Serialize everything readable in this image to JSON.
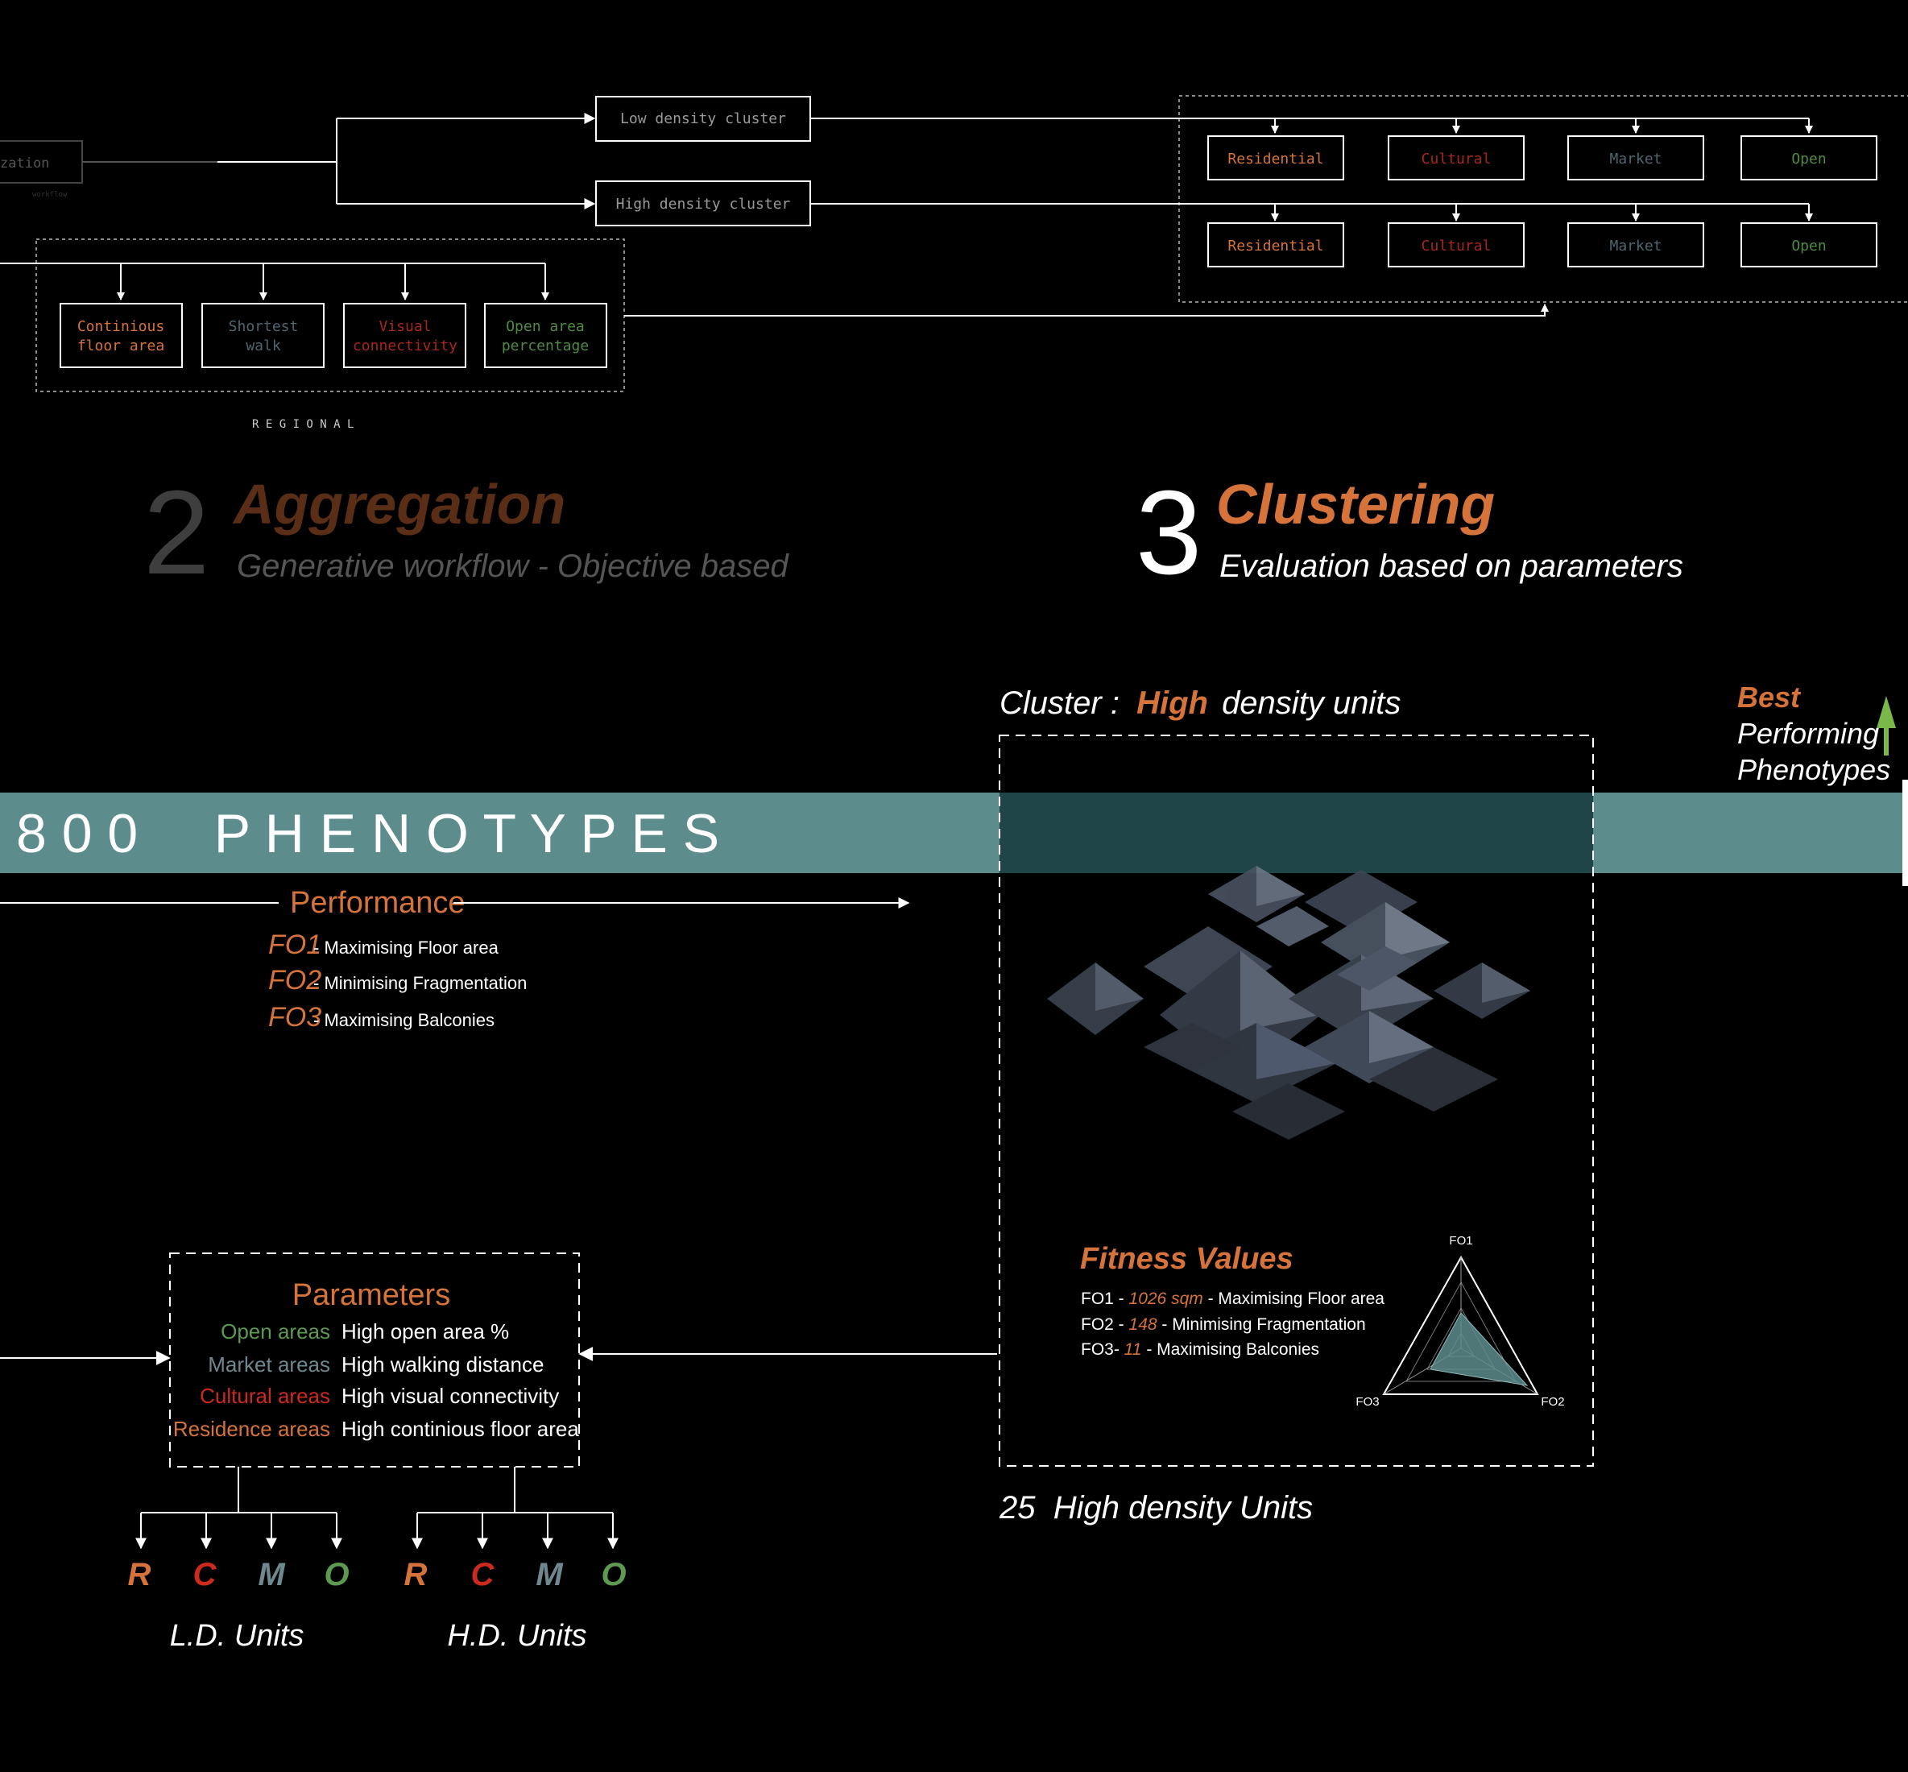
{
  "colors": {
    "background": "#000000",
    "orange": "#d6733a",
    "red": "#cc2a1e",
    "slate": "#6f8890",
    "green": "#5d9a4f",
    "teal_band": "#5d8c8c",
    "teal_dark": "#1f4548",
    "arrow_green": "#7ab84a",
    "line": "#ffffff"
  },
  "workflow": {
    "source_label": "zation",
    "source_sublabel": "workflow",
    "low_cluster": "Low density cluster",
    "high_cluster": "High density cluster",
    "low_row": [
      "Residential",
      "Cultural",
      "Market",
      "Open"
    ],
    "high_row": [
      "Residential",
      "Cultural",
      "Market",
      "Open"
    ],
    "objectives": [
      {
        "line1": "Continious",
        "line2": "floor area"
      },
      {
        "line1": "Shortest",
        "line2": "walk"
      },
      {
        "line1": "Visual",
        "line2": "connectivity"
      },
      {
        "line1": "Open area",
        "line2": "percentage"
      }
    ],
    "scale_label": "R E G I O N A L"
  },
  "sections": {
    "aggregation": {
      "number": "2",
      "title": "Aggregation",
      "subtitle": "Generative workflow - Objective based"
    },
    "clustering": {
      "number": "3",
      "title": "Clustering",
      "subtitle": "Evaluation based on parameters"
    }
  },
  "phenotypes": {
    "band_text": "8 0 0     P H E N O T Y P E S",
    "performance_label": "Performance",
    "objectives": [
      {
        "code": "FO1",
        "text": "- Maximising Floor area"
      },
      {
        "code": "FO2",
        "text": "- Minimising Fragmentation"
      },
      {
        "code": "FO3",
        "text": "- Maximising Balconies"
      }
    ]
  },
  "cluster_panel": {
    "title_prefix": "Cluster :",
    "title_highlight": "High",
    "title_suffix": "density units",
    "fitness_title": "Fitness Values",
    "fitness_rows": [
      {
        "code": "FO1 - ",
        "value": "1026 sqm",
        "text": " - Maximising Floor area"
      },
      {
        "code": "FO2 - ",
        "value": "148",
        "text": " - Minimising Fragmentation"
      },
      {
        "code": "FO3- ",
        "value": "11",
        "text": " - Maximising Balconies"
      }
    ],
    "radar_axes": [
      "FO1",
      "FO2",
      "FO3"
    ],
    "caption": "25  High density Units"
  },
  "best": {
    "title": "Best",
    "line1": "Performing",
    "line2": "Phenotypes"
  },
  "parameters": {
    "title": "Parameters",
    "rows": [
      {
        "area": "Open areas",
        "desc": "High open area %",
        "color": "#5d9a4f"
      },
      {
        "area": "Market areas",
        "desc": "High walking distance",
        "color": "#6f8890"
      },
      {
        "area": "Cultural areas",
        "desc": "High visual connectivity",
        "color": "#cc2a1e"
      },
      {
        "area": "Residence areas",
        "desc": "High continious floor area",
        "color": "#d6733a"
      }
    ],
    "ld_letters": [
      "R",
      "C",
      "M",
      "O"
    ],
    "hd_letters": [
      "R",
      "C",
      "M",
      "O"
    ],
    "ld_label": "L.D. Units",
    "hd_label": "H.D. Units"
  }
}
